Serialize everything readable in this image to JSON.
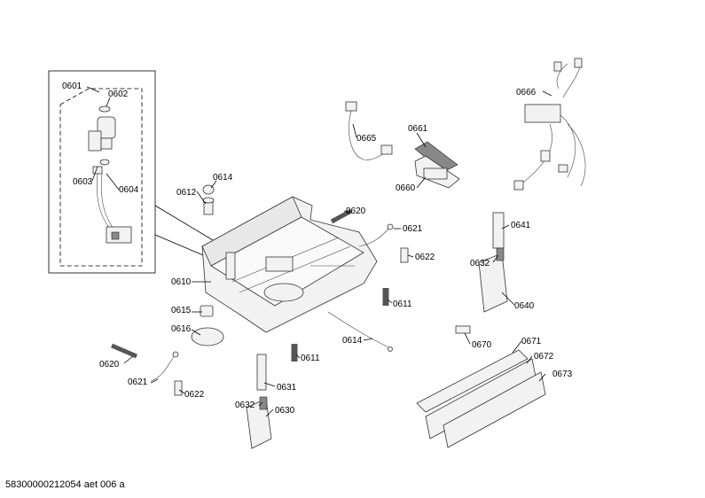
{
  "labels": {
    "l0601": "0601",
    "l0602": "0602",
    "l0603": "0603",
    "l0604": "0604",
    "l0610": "0610",
    "l0611a": "0611",
    "l0611b": "0611",
    "l0612": "0612",
    "l0614a": "0614",
    "l0614b": "0614",
    "l0615": "0615",
    "l0616": "0616",
    "l0620a": "0620",
    "l0620b": "0620",
    "l0621a": "0621",
    "l0621b": "0621",
    "l0622a": "0622",
    "l0622b": "0622",
    "l0630": "0630",
    "l0631": "0631",
    "l0632a": "0632",
    "l0632b": "0632",
    "l0640": "0640",
    "l0641": "0641",
    "l0660": "0660",
    "l0661": "0661",
    "l0665": "0665",
    "l0666": "0666",
    "l0670": "0670",
    "l0671": "0671",
    "l0672": "0672",
    "l0673": "0673"
  },
  "footer": {
    "doc_id": "58300000212054 aet 006 a"
  }
}
